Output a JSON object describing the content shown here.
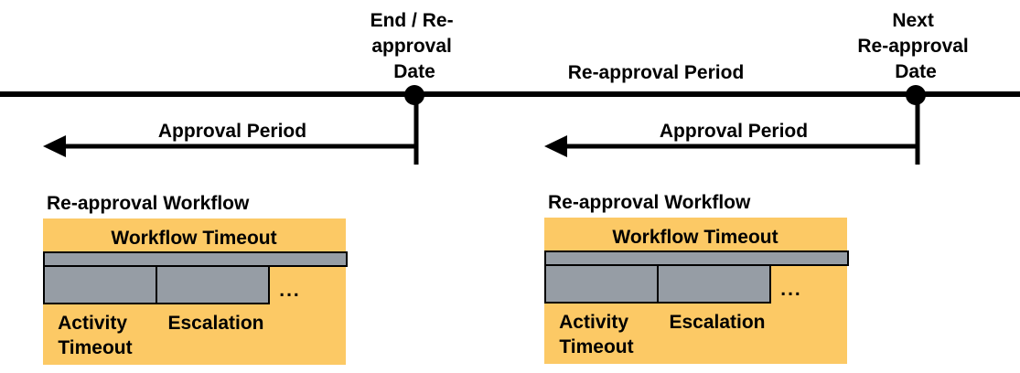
{
  "timeline": {
    "end_date_label": [
      "End / Re-",
      "approval",
      "Date"
    ],
    "next_date_label": [
      "Next",
      "Re-approval",
      "Date"
    ],
    "reapproval_period_label": "Re-approval Period"
  },
  "periods": [
    {
      "approval_period_label": "Approval Period"
    },
    {
      "approval_period_label": "Approval Period"
    }
  ],
  "workflows": [
    {
      "title": "Re-approval Workflow",
      "timeout_label": "Workflow Timeout",
      "activity_timeout_label": [
        "Activity",
        "Timeout"
      ],
      "escalation_label": "Escalation",
      "ellipsis": "..."
    },
    {
      "title": "Re-approval Workflow",
      "timeout_label": "Workflow Timeout",
      "activity_timeout_label": [
        "Activity",
        "Timeout"
      ],
      "escalation_label": "Escalation",
      "ellipsis": "..."
    }
  ],
  "colors": {
    "workflow_background": "#fcc965",
    "bar_fill": "#969da5",
    "line": "#000000"
  }
}
